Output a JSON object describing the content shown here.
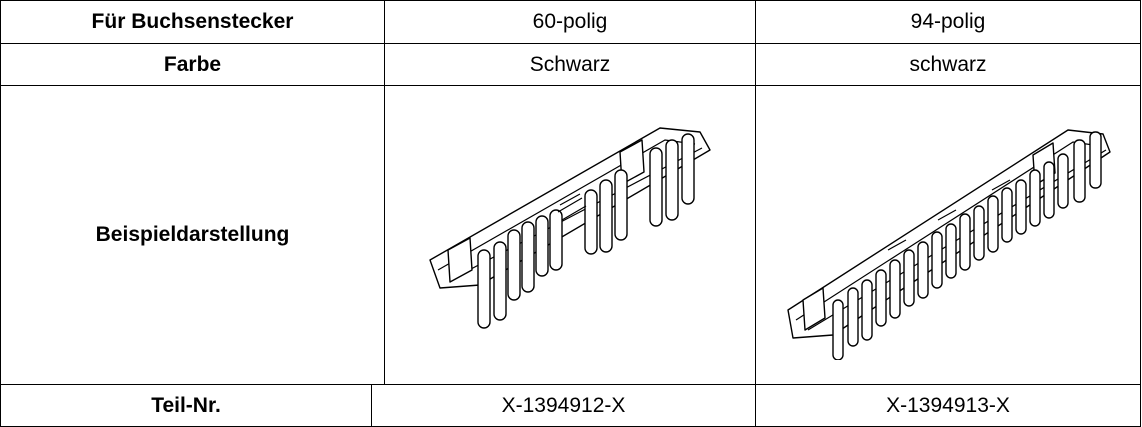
{
  "rows": [
    {
      "label": "Für Buchsenstecker",
      "col60": "60-polig",
      "col94": "94-polig"
    },
    {
      "label": "Farbe",
      "col60": "Schwarz",
      "col94": "schwarz"
    },
    {
      "label": "Beispieldarstellung"
    },
    {
      "label": "Teil-Nr.",
      "col60": "X-1394912-X",
      "col94": "X-1394913-X"
    }
  ]
}
